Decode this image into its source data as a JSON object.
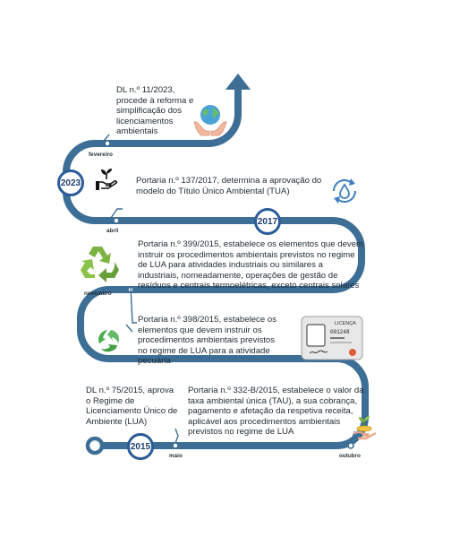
{
  "years": {
    "y2023": "2023",
    "y2017": "2017",
    "y2015": "2015"
  },
  "months": {
    "fevereiro": "fevereiro",
    "abril": "abril",
    "novembro": "novembro",
    "maio": "maio",
    "outubro": "outubro"
  },
  "events": {
    "dl_11_2023": "DL n.º 11/2023, procede à reforma e simplificação dos licenciamentos ambientais",
    "portaria_137_2017": "Portaria n.º 137/2017, determina a aprovação do modelo do Título Único Ambiental (TUA)",
    "portaria_399_2015": "Portaria n.º 399/2015, estabelece os elementos que devem instruir os procedimentos ambientais previstos no regime de LUA para atividades industriais ou similares a industriais, nomeadamente, operações de gestão de resíduos e centrais termoelétricas, exceto centrais solares",
    "portaria_398_2015": "Portaria n.º 398/2015, estabelece os elementos que devem instruir os procedimentos ambientais previstos no regime de LUA para a atividade pecuária",
    "dl_75_2015": "DL n.º 75/2015, aprova o Regime de Licenciamento Único de Ambiente (LUA)",
    "portaria_332b_2015": "Portaria n.º 332-B/2015, estabelece o valor da taxa ambiental única (TAU), a sua cobrança, pagamento e afetação da respetiva receita, aplicável aos procedimentos ambientais previstos no regime de LUA"
  },
  "card": {
    "title": "LICENÇA",
    "number": "001248"
  },
  "colors": {
    "road": "#3d6e96",
    "badge_border": "#2a5b9a",
    "green": "#7cb342"
  },
  "icons": [
    "globe-hands-icon",
    "plant-hand-icon",
    "recycle-cycle-icon",
    "recycle-arrows-icon",
    "recycle-leaf-icon",
    "license-card-icon",
    "coin-plant-icon"
  ]
}
